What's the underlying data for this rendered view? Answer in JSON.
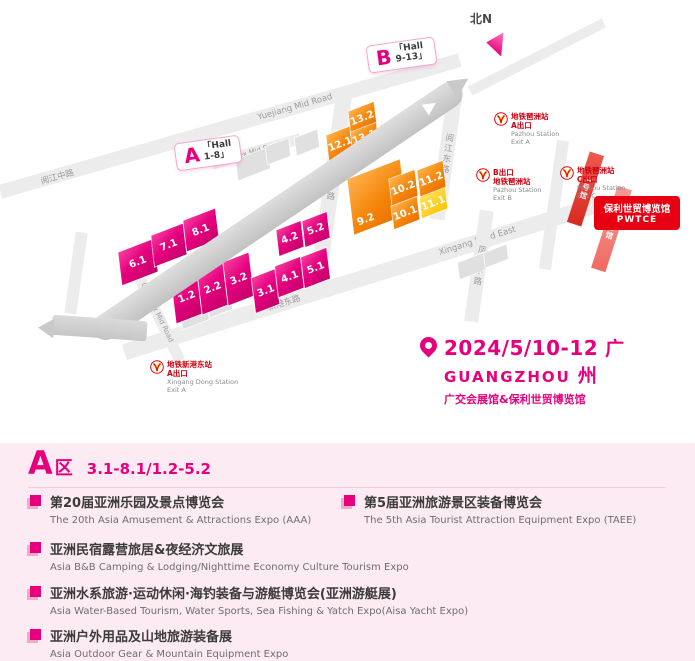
{
  "map": {
    "north_label": "北N",
    "badges": {
      "a": {
        "letter": "A",
        "line1": "「Hall",
        "line2": "1-8」"
      },
      "b": {
        "letter": "B",
        "line1": "「Hall",
        "line2": "9-13」"
      }
    },
    "roads": {
      "yuejiang_zh": "阅江中路",
      "yuejiang_en": "Yuejiang Mid Road",
      "yuejiangdong_zh": "阅江东路",
      "huizhan_zh": "会展中路",
      "fengpu_zh": "凤浦中路",
      "xingang_zh": "新港东路",
      "xingang_en": "Xingang Road East",
      "complex_1": "Complex Mid Road",
      "complex_2": "Complex Mid Road"
    },
    "halls_a": [
      "6.1",
      "7.1",
      "8.1",
      "1.2",
      "2.2",
      "3.2",
      "3.1",
      "4.1",
      "5.1",
      "4.2",
      "5.2"
    ],
    "halls_b": [
      "9.2",
      "10.2",
      "10.1",
      "11.2",
      "11.1",
      "12.1",
      "13.2",
      "13.1"
    ],
    "pwtce": {
      "zh": "保利世贸博览馆",
      "en": "PWTCE",
      "hall1": "1号馆",
      "hall2": "2号馆"
    },
    "metro": {
      "pazhou_a": [
        "地铁琶洲站",
        "A出口",
        "Pazhou Station",
        "Exit A"
      ],
      "pazhou_b": [
        "B出口",
        "地铁琶洲站",
        "Pazhou Station",
        "Exit B"
      ],
      "pazhou_c": [
        "地铁琶洲站",
        "C出口",
        "Pazhou Station",
        "Exit C"
      ],
      "xingangdong_a": [
        "地铁新港东站",
        "A出口",
        "Xingang Dong Station",
        "Exit A"
      ]
    },
    "event": {
      "date": "2024/5/10-12",
      "city_top": "广",
      "city_bottom": "州",
      "city_en": "GUANGZHOU",
      "venue": "广交会展馆&保利世贸博览馆"
    }
  },
  "panel": {
    "zone_letter": "A",
    "zone_suffix": "区",
    "zone_range": "3.1-8.1/1.2-5.2",
    "items": [
      {
        "zh": "第20届亚洲乐园及景点博览会",
        "en": "The 20th Asia Amusement & Attractions Expo (AAA)"
      },
      {
        "zh": "第5届亚洲旅游景区装备博览会",
        "en": "The 5th Asia Tourist Attraction Equipment Expo (TAEE)"
      },
      {
        "zh": "亚洲民宿露营旅居&夜经济文旅展",
        "en": "Asia B&B Camping & Lodging/Nighttime Economy Culture Tourism Expo"
      },
      {
        "zh": "亚洲水系旅游·运动休闲·海钓装备与游艇博览会(亚洲游艇展)",
        "en": "Asia Water-Based Tourism, Water Sports, Sea Fishing & Yatch Expo(Aisa Yacht Expo)"
      },
      {
        "zh": "亚洲户外用品及山地旅游装备展",
        "en": "Asia Outdoor Gear & Mountain Equipment Expo"
      }
    ]
  },
  "colors": {
    "magenta": "#e6007e",
    "orange": "#f5860b",
    "yellow": "#ffc400",
    "red": "#e60012",
    "panel_bg": "#fcebf2",
    "road_gray": "#ececec"
  }
}
